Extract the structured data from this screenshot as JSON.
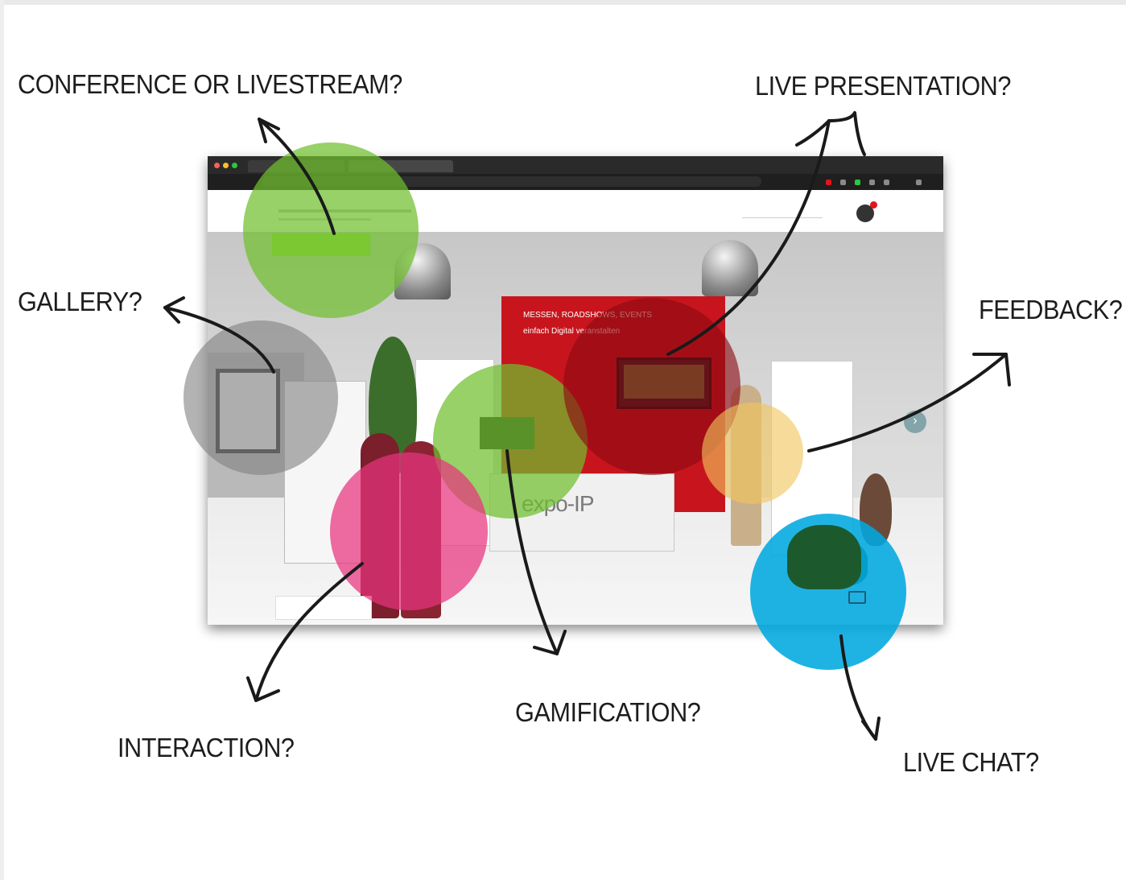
{
  "labels": {
    "conference": "CONFERENCE OR LIVESTREAM?",
    "live_presentation": "LIVE PRESENTATION?",
    "gallery": "GALLERY?",
    "feedback": "FEEDBACK?",
    "interaction": "INTERACTION?",
    "gamification": "GAMIFICATION?",
    "live_chat": "LIVE CHAT?"
  },
  "mockup": {
    "desk_logo": "expo-IP",
    "counter_headline": "MESSEN, ROADSHOWS, EVENTS",
    "counter_subline": "einfach Digital veranstalten"
  },
  "colors": {
    "green": "#6fbf2e",
    "gray": "#8a8a8a",
    "red": "#b0101a",
    "pink": "#e8337d",
    "yellow": "#f2c55c",
    "cyan": "#00a9e0",
    "arrow": "#1a1a1a",
    "brand_red": "#c8151d"
  }
}
